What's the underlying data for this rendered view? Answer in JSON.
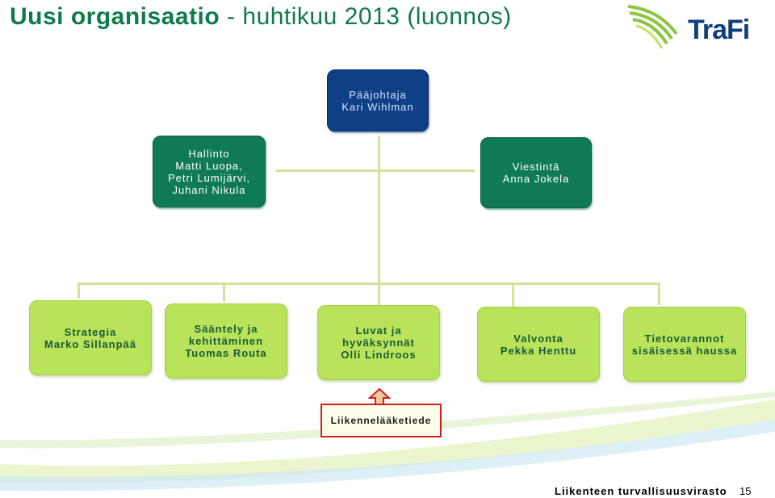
{
  "title": {
    "bold": "Uusi organisaatio",
    "rest": " - huhtikuu 2013 (luonnos)"
  },
  "logo": {
    "text": "TraFi"
  },
  "boxes": {
    "director": {
      "lines": [
        "Pääjohtaja",
        "Kari Wihlman"
      ]
    },
    "admin": {
      "lines": [
        "Hallinto",
        "Matti Luopa,",
        "Petri Lumijärvi,",
        "Juhani Nikula"
      ]
    },
    "comms": {
      "lines": [
        "Viestintä",
        "Anna Jokela"
      ]
    },
    "strategy": {
      "lines": [
        "Strategia",
        "Marko Sillanpää"
      ]
    },
    "regulation": {
      "lines": [
        "Sääntely ja",
        "kehittäminen",
        "Tuomas Routa"
      ]
    },
    "permits": {
      "lines": [
        "Luvat ja",
        "hyväksynnät",
        "Olli Lindroos"
      ]
    },
    "supervision": {
      "lines": [
        "Valvonta",
        "Pekka Henttu"
      ]
    },
    "data": {
      "lines": [
        "Tietovarannot",
        "sisäisessä haussa"
      ]
    }
  },
  "sub_unit": "Liikennelääketiede",
  "footer": {
    "org": "Liikenteen turvallisuusvirasto",
    "page": "15"
  },
  "colors": {
    "title": "#0f7a4b",
    "navy": "#0f3f85",
    "teal": "#0f7a55",
    "lime": "#b8e35a",
    "connector": "#d4e29b",
    "highlight_border": "#d22020",
    "logo_text": "#0f3f78"
  }
}
